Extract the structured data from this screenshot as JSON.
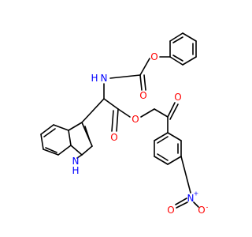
{
  "colors": {
    "bond": "#000000",
    "carbon": "#000000",
    "nitrogen": "#0000ff",
    "oxygen": "#ff0000",
    "background": "#ffffff"
  },
  "atoms": {
    "nh_amide": {
      "text": "H",
      "sub": "N",
      "element": "nitrogen"
    },
    "o_ring_ester": {
      "text": "O",
      "element": "oxygen"
    },
    "o_carbonyl_carbamate": {
      "text": "O",
      "element": "oxygen"
    },
    "o_carbonyl_ester": {
      "text": "O",
      "element": "oxygen"
    },
    "o_ester_link": {
      "text": "O",
      "element": "oxygen"
    },
    "o_ketone": {
      "text": "O",
      "element": "oxygen"
    },
    "n_indole": {
      "text": "N",
      "element": "nitrogen"
    },
    "h_indole": {
      "text": "H",
      "element": "nitrogen"
    },
    "n_nitro": {
      "text": "N",
      "element": "nitrogen"
    },
    "nitro_plus": {
      "text": "+",
      "element": "nitrogen"
    },
    "o_nitro_left": {
      "text": "O",
      "element": "oxygen"
    },
    "o_nitro_right": {
      "text": "O",
      "element": "oxygen"
    },
    "nitro_minus": {
      "text": "-",
      "element": "oxygen"
    }
  }
}
